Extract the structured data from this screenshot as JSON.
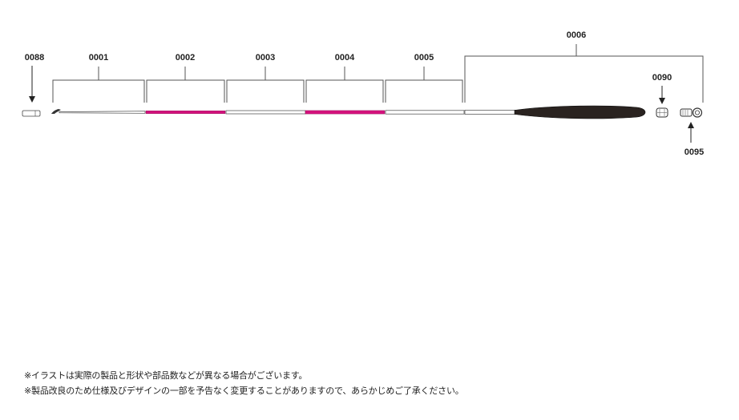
{
  "parts": {
    "p0088": "0088",
    "p0001": "0001",
    "p0002": "0002",
    "p0003": "0003",
    "p0004": "0004",
    "p0005": "0005",
    "p0006": "0006",
    "p0090": "0090",
    "p0095": "0095"
  },
  "notes": [
    "※イラストは実際の製品と形状や部品数などが異なる場合がございます。",
    "※製品改良のため仕様及びデザインの一部を予告なく変更することがありますので、あらかじめご了承ください。"
  ],
  "colors": {
    "accent_section": "#d4127d",
    "grip": "#2a2320",
    "line": "#555555"
  }
}
